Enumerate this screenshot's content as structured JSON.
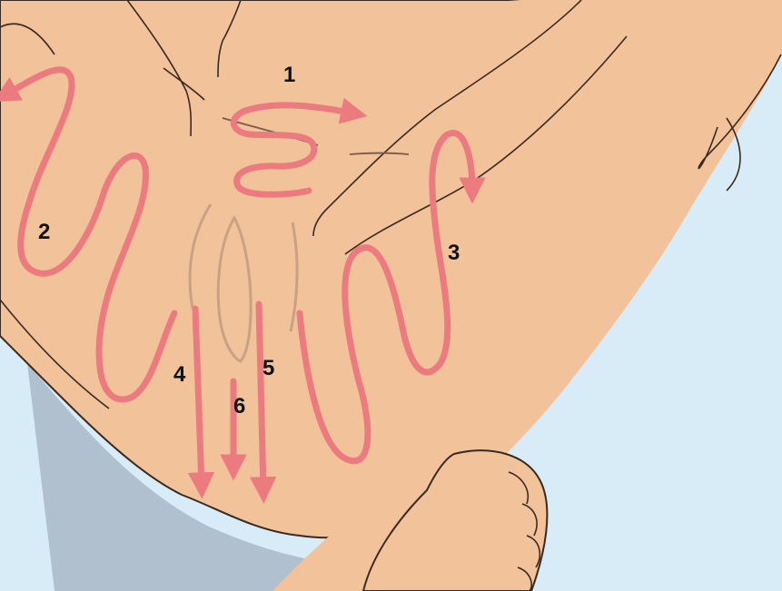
{
  "colors": {
    "background": "#d8ecf8",
    "skin": "#f2c29a",
    "outline": "#3a2a20",
    "arrow": "#ec7b80",
    "hair_line": "#c9a183",
    "shadow": "#a9b9c8"
  },
  "steps": [
    {
      "label": "1"
    },
    {
      "label": "2"
    },
    {
      "label": "3"
    },
    {
      "label": "4"
    },
    {
      "label": "5"
    },
    {
      "label": "6"
    }
  ]
}
